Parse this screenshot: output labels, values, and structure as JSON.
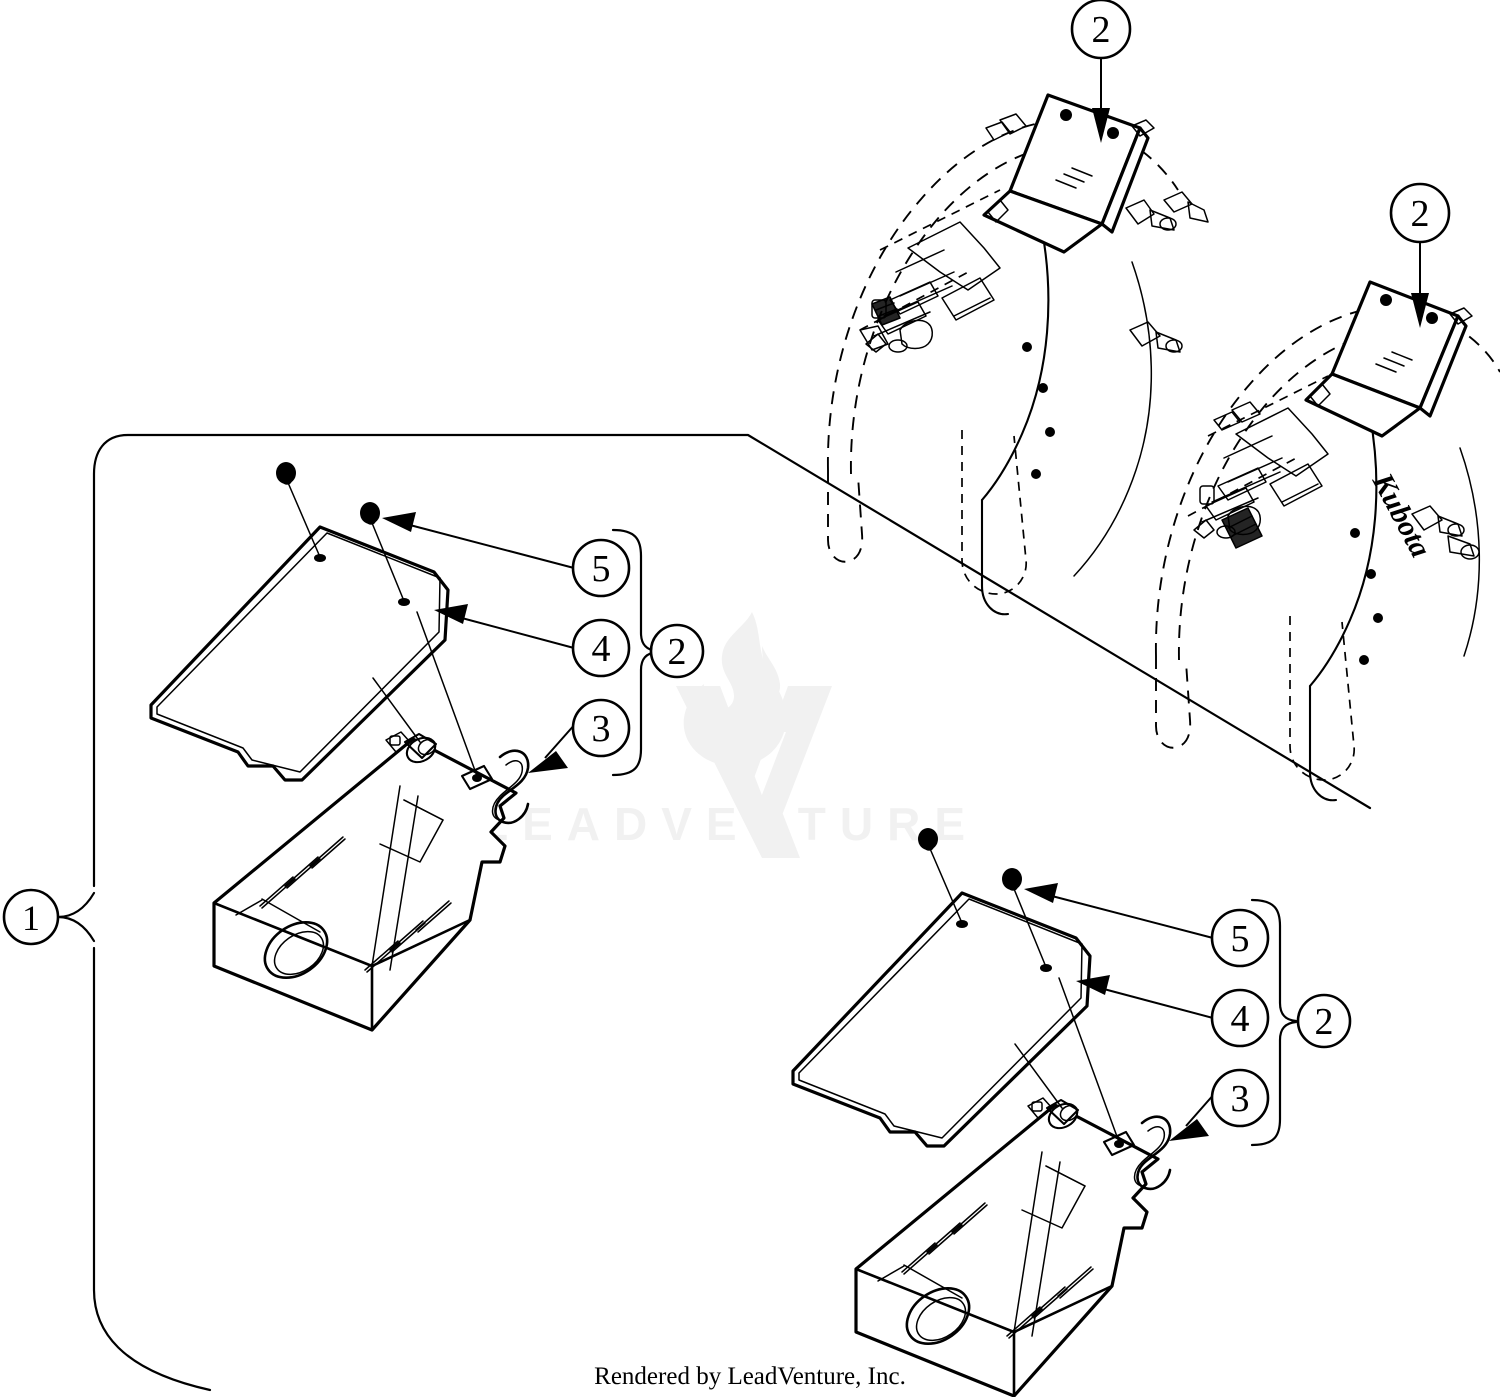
{
  "document": {
    "type": "exploded-parts-diagram",
    "title": "",
    "footer_text": "Rendered by LeadVenture, Inc.",
    "background_color": "#ffffff",
    "line_color": "#000000"
  },
  "watermark": {
    "text": "LEADVENTURE",
    "logo_name": "flame-v-logo",
    "color": "#f1f1f1"
  },
  "callouts": {
    "main_group": {
      "number": "1"
    },
    "subassembly_group": {
      "number": "2"
    },
    "items": [
      {
        "number": "5"
      },
      {
        "number": "4"
      },
      {
        "number": "3"
      },
      {
        "number": "2"
      }
    ]
  },
  "assemblies": [
    {
      "id": "top-left-installed",
      "name": "installed-view-left-fender",
      "callout": "2",
      "has_kubota_logo": false,
      "kubota_text": ""
    },
    {
      "id": "top-right-installed",
      "name": "installed-view-right-fender",
      "callout": "2",
      "has_kubota_logo": true,
      "kubota_text": "Kubota"
    },
    {
      "id": "main-exploded-left",
      "name": "exploded-view-left-guard",
      "callouts": [
        "5",
        "4",
        "3",
        "2"
      ]
    },
    {
      "id": "main-exploded-right",
      "name": "exploded-view-right-guard",
      "callouts": [
        "5",
        "4",
        "3",
        "2"
      ]
    }
  ],
  "labels": {
    "n1": "1",
    "n2": "2",
    "n3": "3",
    "n4": "4",
    "n5": "5",
    "n2b": "2",
    "n2c": "2",
    "n2d": "2",
    "n3b": "3",
    "n4b": "4",
    "n5b": "5",
    "kubota": "Kubota"
  }
}
